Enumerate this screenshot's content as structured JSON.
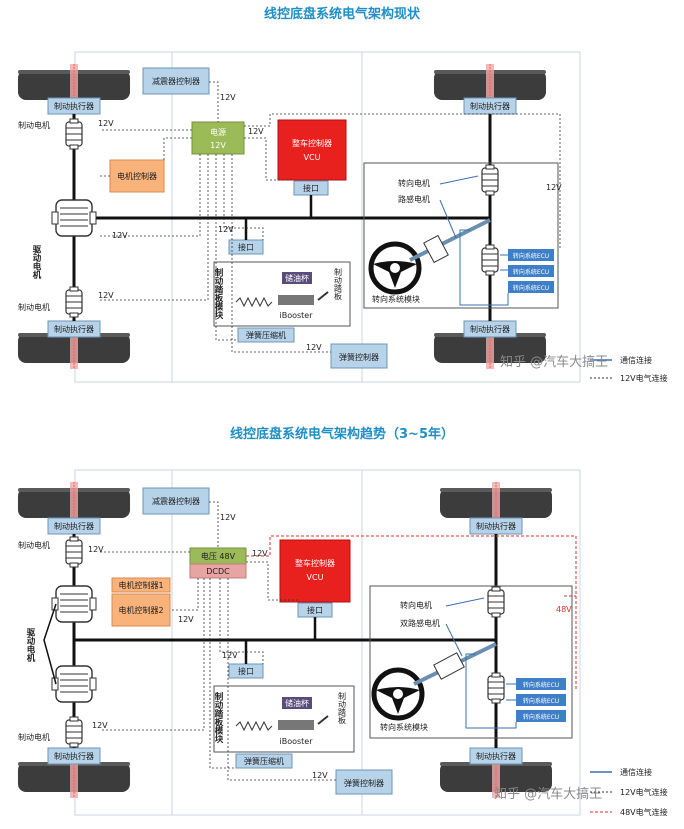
{
  "top": {
    "title": "线控底盘系统电气架构现状",
    "shock_ctrl": "减震器控制器",
    "brake_actuator": "制动执行器",
    "brake_motor": "制动电机",
    "motor_ctrl": "电机控制器",
    "power_line1": "电源",
    "power_line2": "12V",
    "vcu_line1": "整车控制器",
    "vcu_line2": "VCU",
    "iface": "接口",
    "drive_motor_vertical": "驱动电机",
    "steer_motor": "转向电机",
    "feel_motor": "路感电机",
    "steer_ecu": "转向系统ECU",
    "steer_module": "转向系统模块",
    "pedal_module_vertical": "制动踏板模块",
    "pedal_label_vertical": "制动踏板",
    "reservoir": "储油杯",
    "ibooster": "iBooster",
    "spring_comp": "弹簧压缩机",
    "spring_ctrl": "弹簧控制器",
    "v12": "12V",
    "legend_comm": "通信连接",
    "legend_12v": "12V电气连接",
    "watermark": "知乎 @汽车大搞王"
  },
  "bottom": {
    "title": "线控底盘系统电气架构趋势（3~5年）",
    "shock_ctrl": "减震器控制器",
    "brake_actuator": "制动执行器",
    "brake_motor": "制动电机",
    "motor_ctrl1": "电机控制器1",
    "motor_ctrl2": "电机控制器2",
    "power_line1": "电压 48V",
    "dcdc": "DCDC",
    "vcu_line1": "整车控制器",
    "vcu_line2": "VCU",
    "iface": "接口",
    "drive_motor_vertical": "驱动电机",
    "steer_motor": "转向电机",
    "dual_feel_motor": "双路感电机",
    "steer_ecu": "转向系统ECU",
    "steer_module": "转向系统模块",
    "pedal_module_vertical": "制动踏板模块",
    "pedal_label_vertical": "制动踏板",
    "reservoir": "储油杯",
    "ibooster": "iBooster",
    "spring_comp": "弹簧压缩机",
    "spring_ctrl": "弹簧控制器",
    "v12": "12V",
    "v48": "48V",
    "legend_comm": "通信连接",
    "legend_12v": "12V电气连接",
    "legend_48v": "48V电气连接",
    "watermark": "知乎 @汽车大搞王"
  },
  "colors": {
    "title": "#1f8fc4",
    "blue_box": "#b7d3ea",
    "green_box": "#9bbb59",
    "orange_box": "#f8b27a",
    "red_box": "#e8201e",
    "ecu_box": "#3f7fc8",
    "comm_line": "#3a6fb0",
    "red_dash": "#d9302b"
  }
}
